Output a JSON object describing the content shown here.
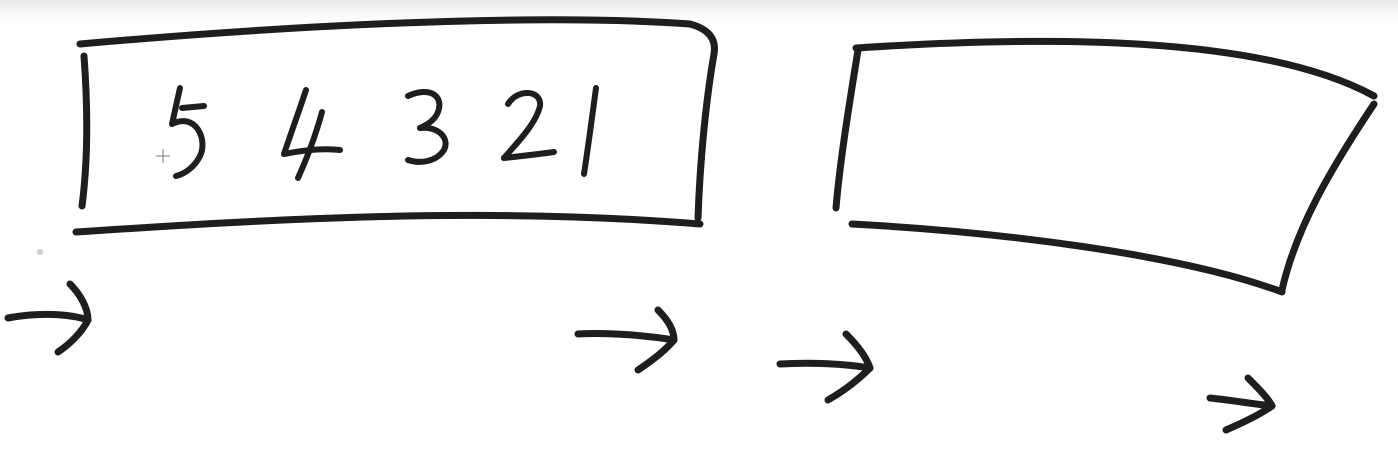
{
  "board": {
    "ink_color": "#1e1e1e",
    "background_color": "#ffffff"
  },
  "left_container": {
    "items": [
      "5",
      "4",
      "3",
      "2",
      "1"
    ]
  },
  "right_container": {
    "items": []
  },
  "arrows": [
    {
      "name": "arrow-left-container-front"
    },
    {
      "name": "arrow-left-container-rear"
    },
    {
      "name": "arrow-right-container-front"
    },
    {
      "name": "arrow-right-container-rear"
    }
  ]
}
